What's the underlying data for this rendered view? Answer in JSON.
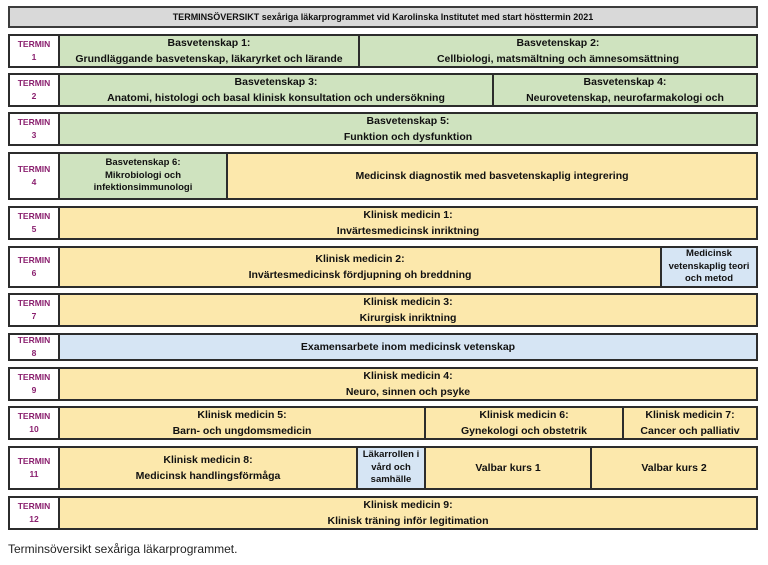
{
  "title": "TERMINSÖVERSIKT  sexåriga läkarprogrammet vid Karolinska Institutet med start hösttermin 2021",
  "term_label": "TERMIN",
  "terms": [
    {
      "number": "1",
      "cells": [
        {
          "line1": "Basvetenskap 1:",
          "line2": "Grundläggande basvetenskap, läkaryrket och lärande"
        },
        {
          "line1": "Basvetenskap 2:",
          "line2": "Cellbiologi, matsmältning och ämnesomsättning"
        }
      ]
    },
    {
      "number": "2",
      "cells": [
        {
          "line1": "Basvetenskap 3:",
          "line2": "Anatomi, histologi och basal klinisk konsultation och undersökning"
        },
        {
          "line1": "Basvetenskap 4:",
          "line2": "Neurovetenskap, neurofarmakologi och"
        }
      ]
    },
    {
      "number": "3",
      "cells": [
        {
          "line1": "Basvetenskap 5:",
          "line2": "Funktion och dysfunktion"
        }
      ]
    },
    {
      "number": "4",
      "cells": [
        {
          "line1": "Basvetenskap 6:",
          "line2": "Mikrobiologi och",
          "line3": "infektionsimmunologi"
        },
        {
          "line1": "Medicinsk diagnostik med basvetenskaplig integrering",
          "line2": ""
        }
      ]
    },
    {
      "number": "5",
      "cells": [
        {
          "line1": "Klinisk medicin 1:",
          "line2": "Invärtesmedicinsk inriktning"
        }
      ]
    },
    {
      "number": "6",
      "cells": [
        {
          "line1": "Klinisk medicin 2:",
          "line2": "Invärtesmedicinsk fördjupning oh breddning"
        },
        {
          "line1": "Medicinsk",
          "line2": "vetenskaplig teori",
          "line3": "och metod"
        }
      ]
    },
    {
      "number": "7",
      "cells": [
        {
          "line1": "Klinisk medicin 3:",
          "line2": "Kirurgisk inriktning"
        }
      ]
    },
    {
      "number": "8",
      "cells": [
        {
          "line1": "Examensarbete inom medicinsk vetenskap",
          "line2": ""
        }
      ]
    },
    {
      "number": "9",
      "cells": [
        {
          "line1": "Klinisk medicin 4:",
          "line2": "Neuro, sinnen och psyke"
        }
      ]
    },
    {
      "number": "10",
      "cells": [
        {
          "line1": "Klinisk medicin 5:",
          "line2": "Barn- och ungdomsmedicin"
        },
        {
          "line1": "Klinisk medicin 6:",
          "line2": "Gynekologi och obstetrik"
        },
        {
          "line1": "Klinisk medicin 7:",
          "line2": "Cancer och palliativ"
        }
      ]
    },
    {
      "number": "11",
      "cells": [
        {
          "line1": "Klinisk medicin 8:",
          "line2": "Medicinsk handlingsförmåga"
        },
        {
          "line1": "Läkarrollen i",
          "line2": "vård och",
          "line3": "samhälle"
        },
        {
          "line1": "Valbar kurs 1",
          "line2": ""
        },
        {
          "line1": "Valbar kurs 2",
          "line2": ""
        }
      ]
    },
    {
      "number": "12",
      "cells": [
        {
          "line1": "Klinisk medicin 9:",
          "line2": "Klinisk träning inför legitimation"
        }
      ]
    }
  ],
  "caption": "Terminsöversikt sexåriga läkarprogrammet.",
  "colors": {
    "green": "#cfe3bf",
    "yellow": "#fce8ac",
    "blue": "#d6e5f4",
    "term_text": "#8a1f6e"
  }
}
